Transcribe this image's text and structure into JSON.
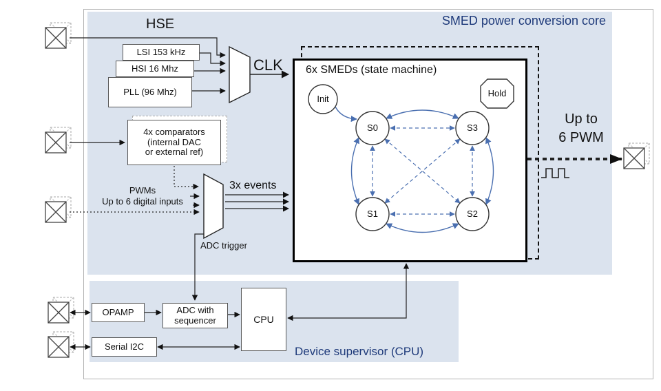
{
  "colors": {
    "region_bg": "#dbe3ee",
    "title_blue": "#1e3a7a",
    "arrow_blue": "#4a6fb0",
    "wire_black": "#111111"
  },
  "top_region": {
    "title": "SMED power conversion core",
    "hse": "HSE",
    "clk": "CLK",
    "clock_boxes": [
      {
        "label": "LSI  153 kHz"
      },
      {
        "label": "HSI  16 Mhz"
      },
      {
        "label": "PLL (96 Mhz)"
      }
    ],
    "comparators": {
      "line1": "4x comparators",
      "line2": "(internal DAC",
      "line3": "or external ref)"
    },
    "inputs": {
      "pwms": "PWMs",
      "digital": "Up to 6 digital inputs"
    },
    "events_label": "3x events",
    "adc_trigger_label": "ADC trigger",
    "smed": {
      "title": "6x SMEDs (state  machine)",
      "states": {
        "init": "Init",
        "hold": "Hold",
        "s0": "S0",
        "s1": "S1",
        "s2": "S2",
        "s3": "S3"
      }
    },
    "output": {
      "line1": "Up to",
      "line2": "6 PWM"
    }
  },
  "bottom_region": {
    "title": "Device supervisor (CPU)",
    "opamp": "OPAMP",
    "adc_line1": "ADC with",
    "adc_line2": "sequencer",
    "cpu": "CPU",
    "serial": "Serial  I2C"
  }
}
